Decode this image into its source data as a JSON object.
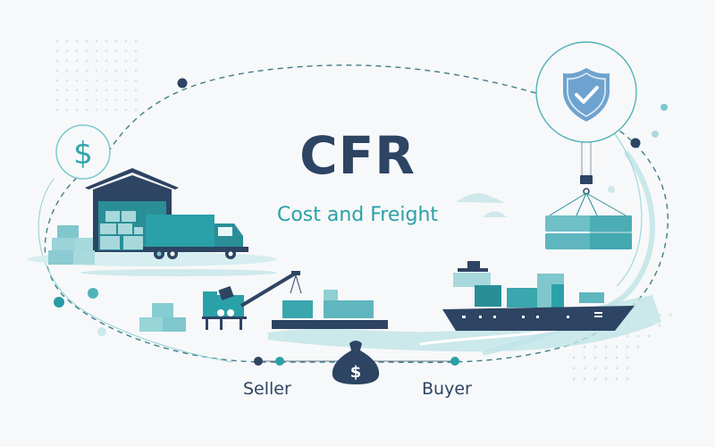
{
  "header": {
    "title": "CFR",
    "subtitle": "Cost and Freight"
  },
  "parties": {
    "seller": "Seller",
    "buyer": "Buyer"
  },
  "icons": {
    "cost": "dollar-circle-icon",
    "insurance": "shield-check-icon",
    "payment": "money-bag-icon"
  },
  "colors": {
    "navy": "#2d4463",
    "teal": "#2aa1a8",
    "light_teal": "#7cc9cf",
    "shield_blue": "#6fa3cf",
    "background": "#f7f8f9"
  }
}
